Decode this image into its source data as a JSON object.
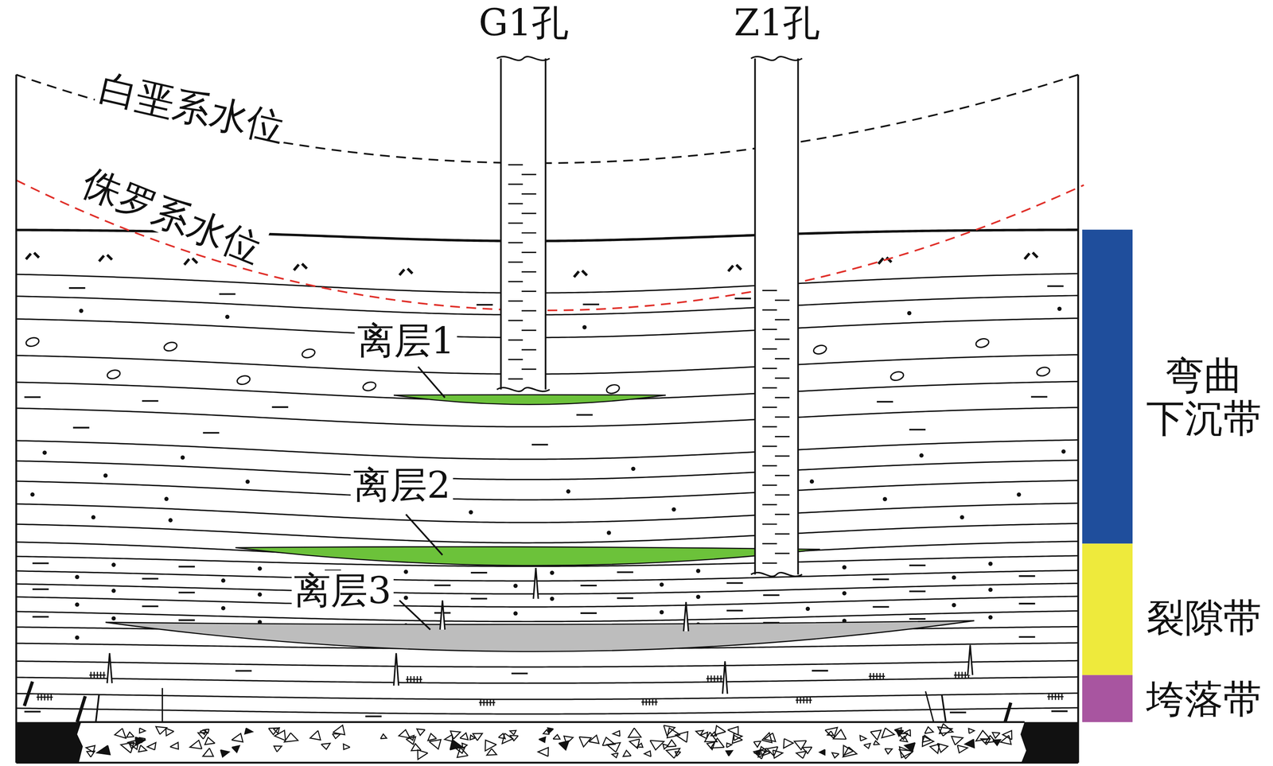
{
  "diagram": {
    "labels": [
      "G1孔",
      "Z1孔",
      "白垩系水位",
      "侏罗系水位",
      "离层1",
      "离层2",
      "离层3",
      "弯曲 下沉带",
      "裂隙带",
      "垮落带"
    ]
  }
}
